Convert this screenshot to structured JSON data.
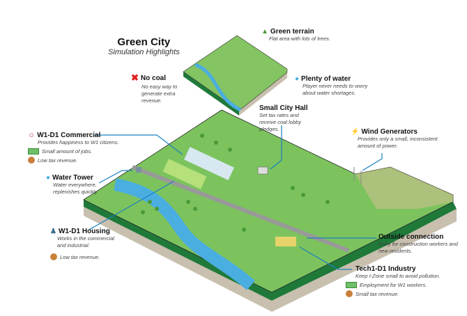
{
  "header": {
    "title": "Green City",
    "subtitle": "Simulation Highlights"
  },
  "highlights": {
    "no_coal": {
      "title": "No coal",
      "desc": "No easy way to generate extra revenue.",
      "icon": "no-coal-icon"
    },
    "green_terrain": {
      "title": "Green terrain",
      "desc": "Flat area with lots of trees.",
      "icon": "tree-icon"
    },
    "water": {
      "title": "Plenty of water",
      "desc": "Player never needs to worry about water shortages.",
      "icon": "water-drop-icon"
    }
  },
  "callouts": {
    "commercial": {
      "title": "W1-D1 Commercial",
      "desc": "Provides happiness to W1 citizens.",
      "item1": "Small amount of jobs.",
      "item2": "Low tax revenue."
    },
    "water_tower": {
      "title": "Water Tower",
      "desc": "Water everywhere, replenishes quickly."
    },
    "housing": {
      "title": "W1-D1 Housing",
      "desc": "Works in the commercial and industrial.",
      "item1": "Low tax revenue."
    },
    "city_hall": {
      "title": "Small City Hall",
      "desc": "Set tax rates and receive coal lobby pledges."
    },
    "wind": {
      "title": "Wind Generators",
      "desc": "Provides only a small, inconsistent amount of power."
    },
    "outside": {
      "title": "Outside connection",
      "desc": "Entry for construction workers and new residents."
    },
    "industry": {
      "title": "Tech1-D1 Industry",
      "desc": "Keep I-Zone small to avoid pollution.",
      "item1": "Employment for W1 workers.",
      "item2": "Small tax revenue."
    }
  },
  "colors": {
    "grass": "#7cc35e",
    "edge": "#1f7a3a",
    "river": "#4aaee0",
    "leader": "#1a7fc0"
  }
}
